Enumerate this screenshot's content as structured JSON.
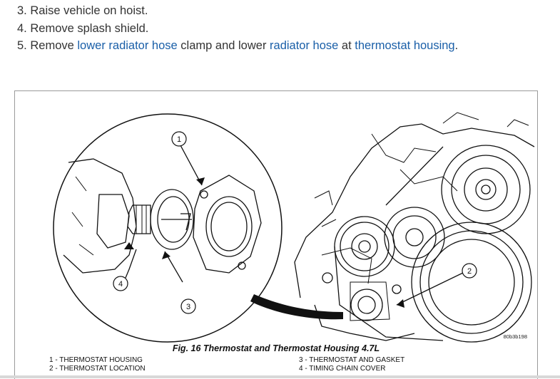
{
  "steps": [
    {
      "num": "3.",
      "text": "Raise vehicle on hoist."
    },
    {
      "num": "4.",
      "text": "Remove splash shield."
    },
    {
      "num": "5.",
      "pre": "Remove ",
      "link1": "lower radiator hose",
      "mid": " clamp and lower ",
      "link2": "radiator hose",
      "mid2": " at ",
      "link3": "thermostat housing",
      "end": "."
    }
  ],
  "figure": {
    "caption": "Fig. 16 Thermostat and Thermostat Housing 4.7L",
    "code": "80b3b198",
    "callouts": [
      "1",
      "2",
      "3",
      "4"
    ],
    "legend_left": [
      "1 - THERMOSTAT HOUSING",
      "2 - THERMOSTAT LOCATION"
    ],
    "legend_right": [
      "3 - THERMOSTAT AND GASKET",
      "4 - TIMING CHAIN COVER"
    ]
  },
  "colors": {
    "link": "#1a5fa8",
    "text": "#333333"
  }
}
